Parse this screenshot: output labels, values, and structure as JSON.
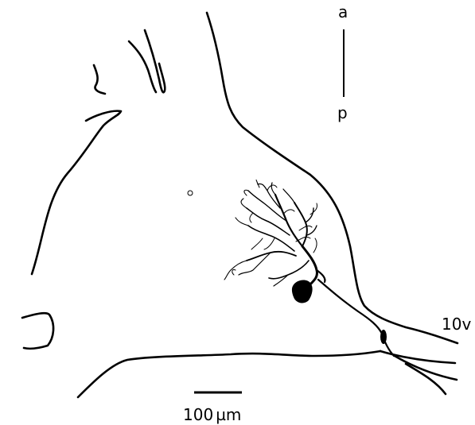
{
  "labels": {
    "anterior": "a",
    "posterior": "p",
    "nerve": "10v",
    "scale_value": "100",
    "scale_unit": "µm"
  },
  "colors": {
    "ink": "#000000",
    "background": "#ffffff"
  }
}
